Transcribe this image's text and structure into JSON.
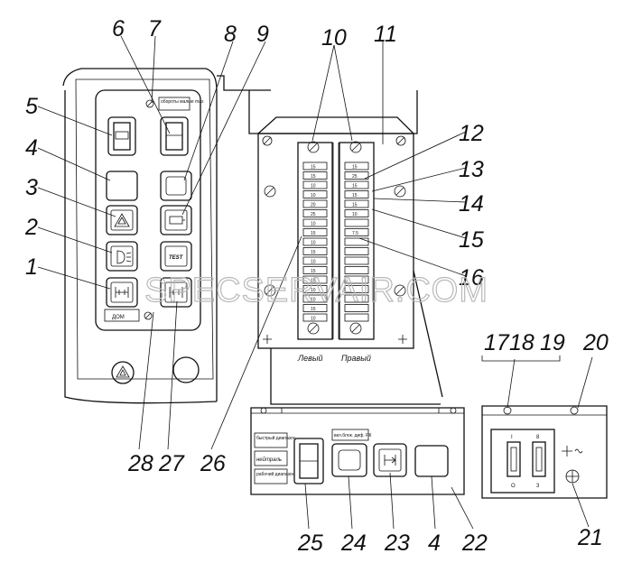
{
  "callouts": [
    "1",
    "2",
    "3",
    "4",
    "5",
    "6",
    "7",
    "8",
    "9",
    "10",
    "11",
    "12",
    "13",
    "14",
    "15",
    "16",
    "17",
    "18",
    "19",
    "20",
    "21",
    "22",
    "23",
    "24",
    "25",
    "26",
    "27",
    "28"
  ],
  "callout_4_repeat": "4",
  "panel_left": {
    "top_label": "обороты малые max",
    "bottom_label": "ДОМ",
    "test_label": "TEST"
  },
  "fuse_block": {
    "left_label": "Левый",
    "right_label": "Правый",
    "left_values": [
      "15",
      "15",
      "10",
      "10",
      "20",
      "25",
      "10",
      "15",
      "10",
      "15",
      "10",
      "15",
      "15",
      "10",
      "10",
      "15",
      "10"
    ],
    "right_values": [
      "15",
      "25",
      "15",
      "15",
      "15",
      "10",
      "",
      "7.5",
      "",
      "",
      "",
      "",
      "",
      "",
      "",
      "",
      ""
    ]
  },
  "panel_bottom": {
    "label_top": "быстрый диапазон",
    "label_mid": "нейтраль",
    "label_bottom": "рабочий диапазон",
    "label_switch": "вкл.блок. диф. РК"
  },
  "small_panel": {
    "mark_1": "I",
    "mark_8": "8",
    "mark_0": "О",
    "mark_3": "3"
  },
  "watermark": "SPECSERVAIR.COM"
}
